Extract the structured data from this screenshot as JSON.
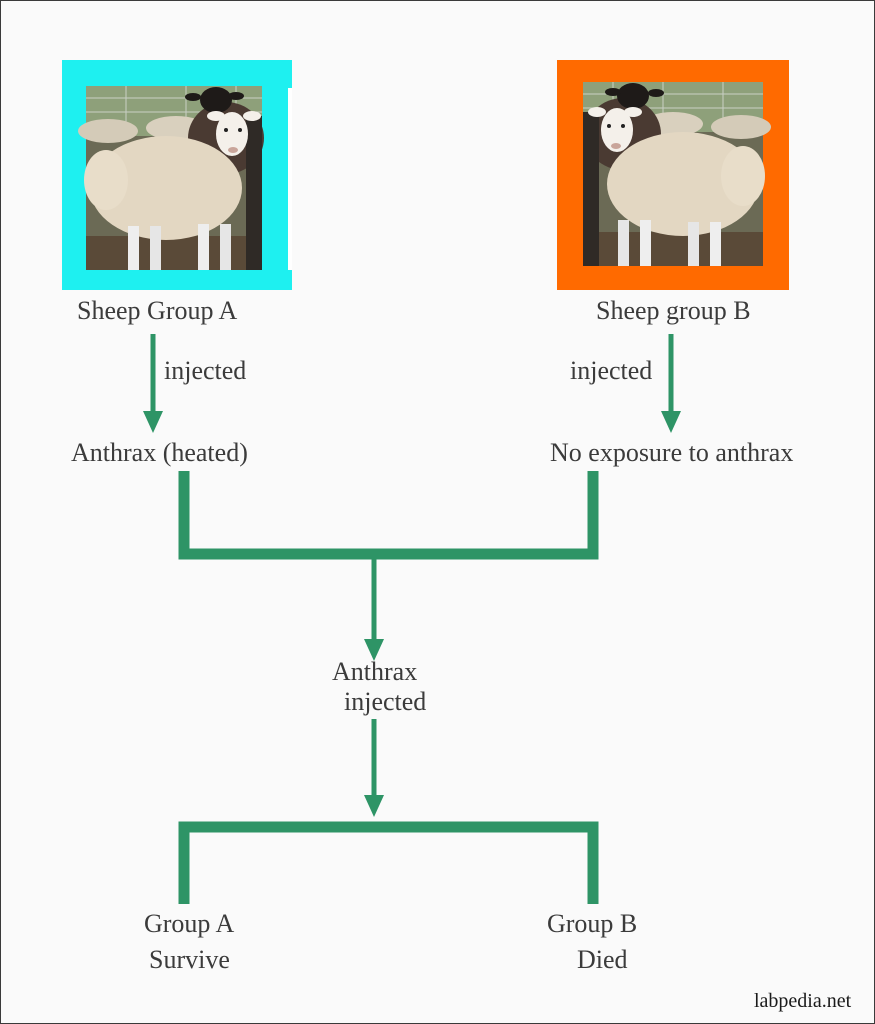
{
  "colors": {
    "connector": "#2e9466",
    "frame_a": "#1ef0f0",
    "frame_b": "#ff6a00"
  },
  "groups": {
    "a": {
      "title": "Sheep Group A",
      "action": "injected",
      "treatment": "Anthrax (heated)"
    },
    "b": {
      "title": "Sheep group B",
      "action": "injected",
      "treatment": "No exposure to anthrax"
    }
  },
  "middle": {
    "line1": "Anthrax",
    "line2": "injected"
  },
  "outcomes": {
    "a": {
      "group": "Group A",
      "result": "Survive"
    },
    "b": {
      "group": "Group B",
      "result": "Died"
    }
  },
  "credit": "labpedia.net"
}
